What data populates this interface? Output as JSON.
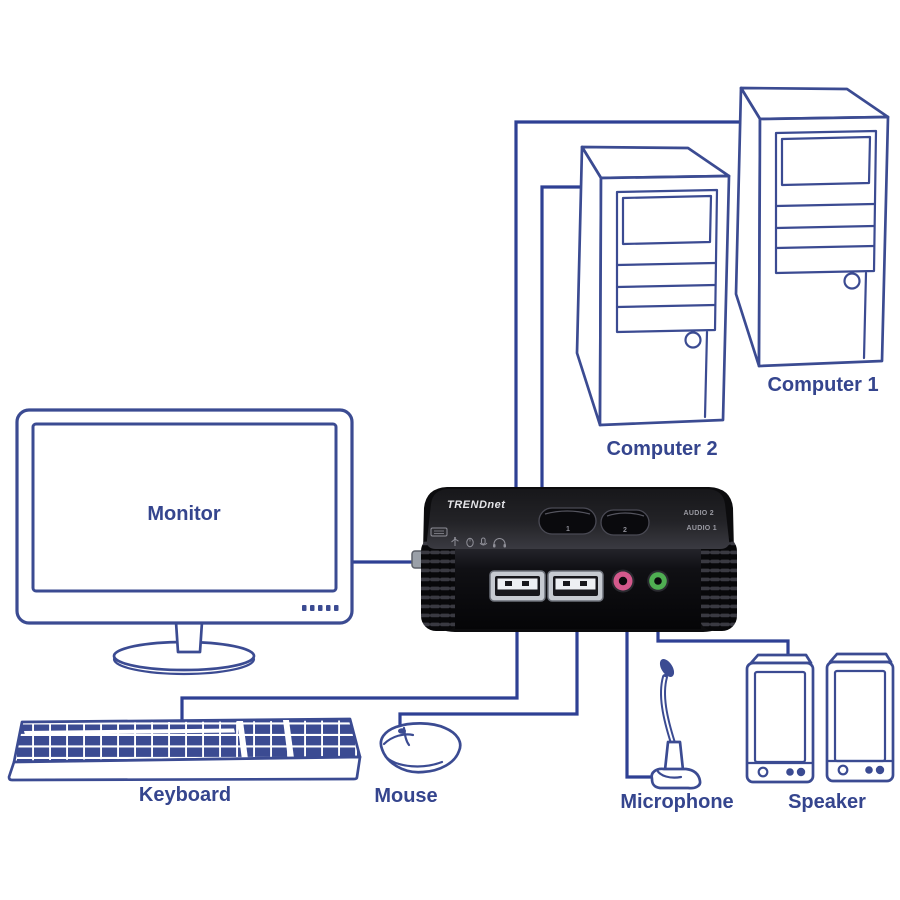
{
  "labels": {
    "monitor": "Monitor",
    "keyboard": "Keyboard",
    "mouse": "Mouse",
    "microphone": "Microphone",
    "speaker": "Speaker",
    "computer1": "Computer 1",
    "computer2": "Computer 2"
  },
  "kvm": {
    "brand": "TRENDnet",
    "button1_label": "1",
    "button2_label": "2",
    "audio_label_top": "AUDIO 2",
    "audio_label_bottom": "AUDIO 1"
  },
  "colors": {
    "line_art": "#3b4b92",
    "cable": "#2e4094",
    "label_text": "#35458e",
    "kvm_body": "#0c0c0e",
    "mic_jack": "#d4598c",
    "headphone_jack": "#4fae52",
    "background": "#ffffff"
  }
}
